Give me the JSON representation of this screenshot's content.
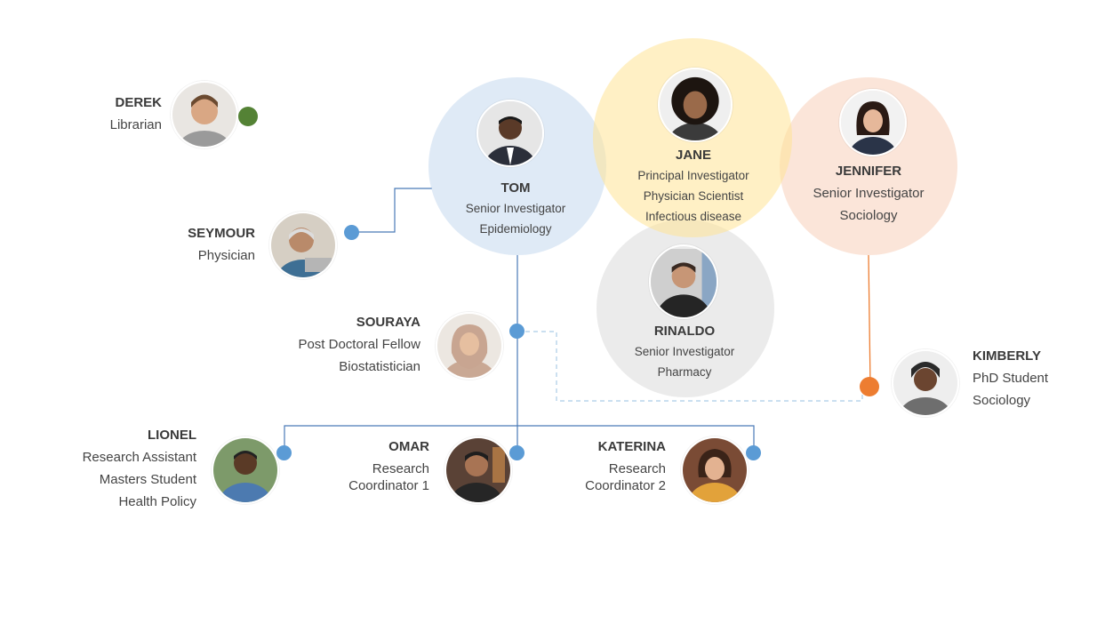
{
  "colors": {
    "tom_bubble": "#dce8f5",
    "jane_bubble": "#fdebb3",
    "jennifer_bubble": "#fae0d2",
    "rinaldo_bubble": "#e9e9e9",
    "blue_line": "#4a7ab8",
    "blue_dot": "#5b9bd5",
    "orange": "#ed7d31",
    "green": "#548235",
    "dashed": "#aacce6"
  },
  "people": {
    "derek": {
      "name": "DEREK",
      "lines": [
        "Librarian"
      ],
      "icon": "portrait-icon",
      "dot": "green"
    },
    "seymour": {
      "name": "SEYMOUR",
      "lines": [
        "Physician"
      ],
      "icon": "portrait-icon",
      "dot": "blue"
    },
    "souraya": {
      "name": "SOURAYA",
      "lines": [
        "Post Doctoral Fellow",
        "Biostatistician"
      ],
      "icon": "portrait-icon",
      "dot": "blue"
    },
    "lionel": {
      "name": "LIONEL",
      "lines": [
        "Research Assistant",
        "Masters Student",
        "Health Policy"
      ],
      "icon": "portrait-icon",
      "dot": "blue"
    },
    "omar": {
      "name": "OMAR",
      "lines": [
        "Research",
        "Coordinator 1"
      ],
      "icon": "portrait-icon",
      "dot": "blue"
    },
    "katerina": {
      "name": "KATERINA",
      "lines": [
        "Research",
        "Coordinator 2"
      ],
      "icon": "portrait-icon",
      "dot": "blue"
    },
    "kimberly": {
      "name": "KIMBERLY",
      "lines": [
        "PhD Student",
        "Sociology"
      ],
      "icon": "portrait-icon",
      "dot": "orange"
    },
    "tom": {
      "name": "TOM",
      "lines": [
        "Senior Investigator",
        "Epidemiology"
      ],
      "icon": "portrait-icon"
    },
    "jane": {
      "name": "JANE",
      "lines": [
        "Principal Investigator",
        "Physician Scientist",
        "Infectious disease"
      ],
      "icon": "portrait-icon"
    },
    "jennifer": {
      "name": "JENNIFER",
      "lines": [
        "Senior Investigator",
        "Sociology"
      ],
      "icon": "portrait-icon"
    },
    "rinaldo": {
      "name": "RINALDO",
      "lines": [
        "Senior Investigator",
        "Pharmacy"
      ],
      "icon": "portrait-icon"
    }
  }
}
